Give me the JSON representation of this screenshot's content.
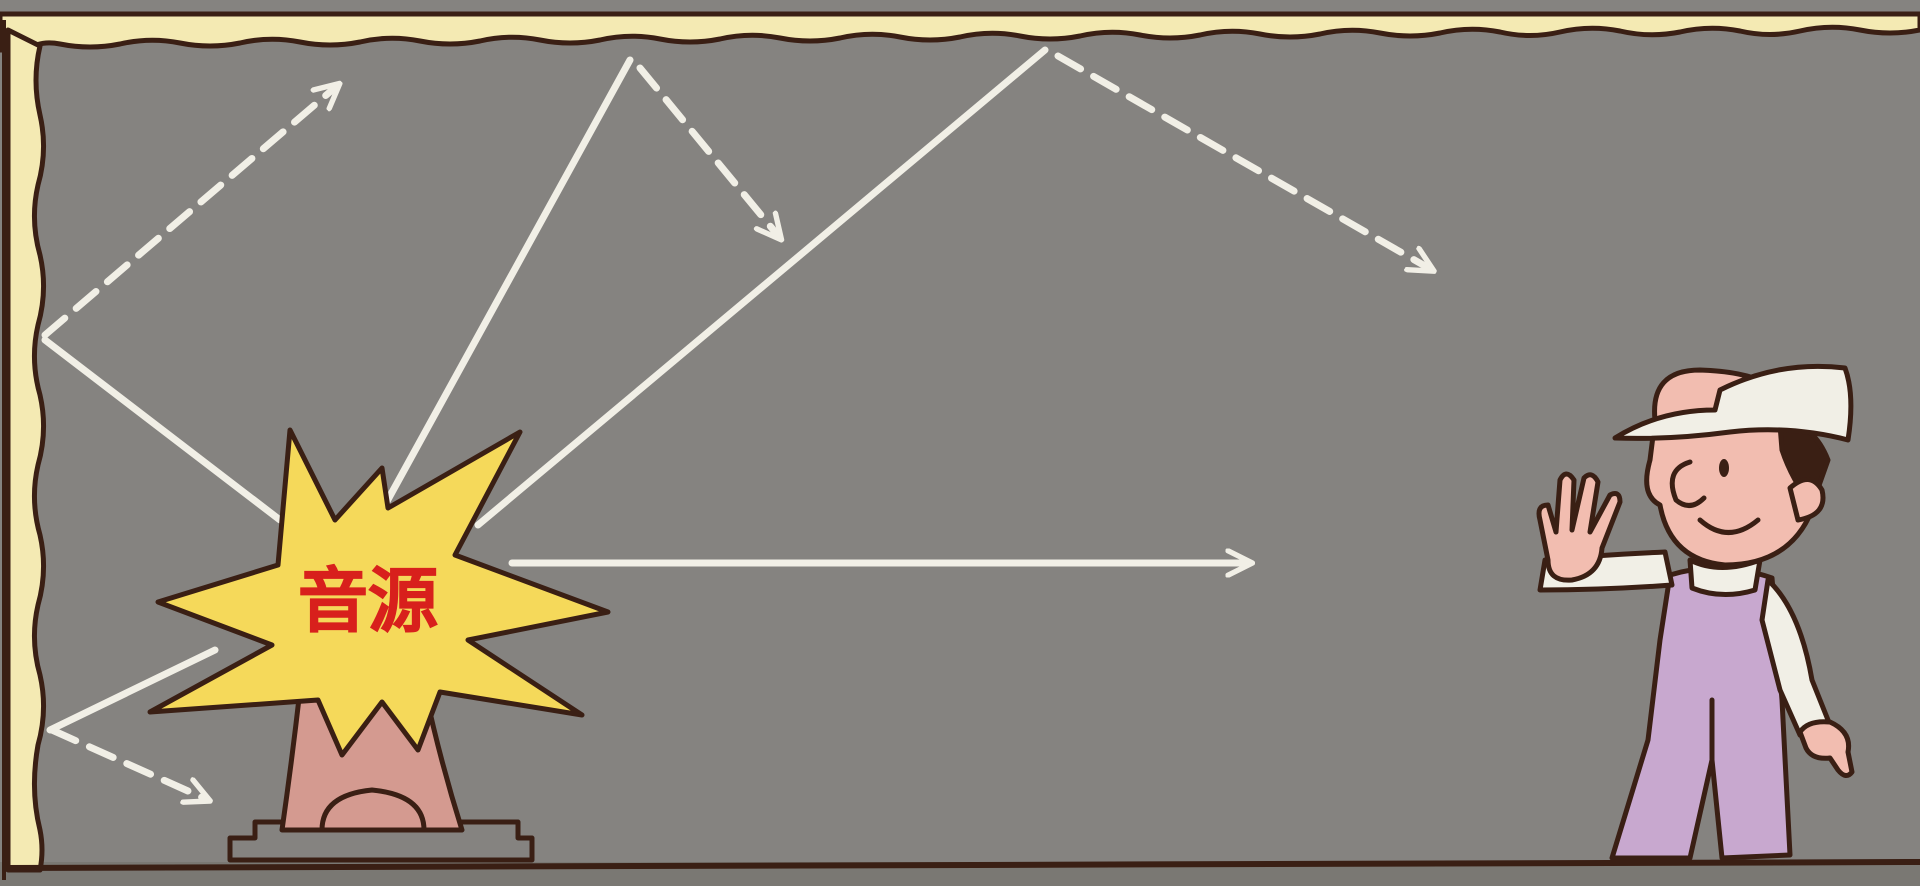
{
  "diagram": {
    "source_label": "音源",
    "colors": {
      "background": "#858380",
      "wall": "#f4eab3",
      "outline": "#3a1f14",
      "arrow": "#f1efe6",
      "burst": "#f5d95a",
      "label": "#d8201c",
      "pedestal": "#d49a90",
      "person_skin": "#f2bdb0",
      "person_overalls": "#c8a8cf"
    },
    "icons": [
      "sound-source-burst",
      "person-listener"
    ]
  }
}
